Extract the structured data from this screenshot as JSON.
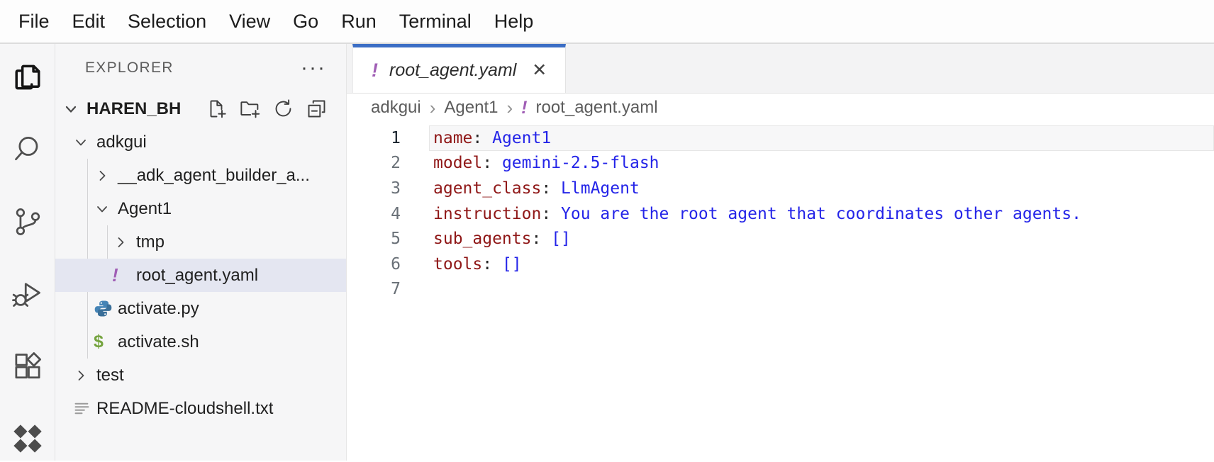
{
  "menu": {
    "items": [
      "File",
      "Edit",
      "Selection",
      "View",
      "Go",
      "Run",
      "Terminal",
      "Help"
    ]
  },
  "activity_bar": {
    "icons": [
      "explorer",
      "search",
      "source-control",
      "run-and-debug",
      "extensions",
      "cloud-code"
    ]
  },
  "icons": {
    "warning_glyph": "!",
    "shell_glyph": "$",
    "overflow_glyph": "···",
    "close_glyph": "✕",
    "crumb_sep_glyph": "›"
  },
  "sidebar": {
    "title": "EXPLORER",
    "workspace": {
      "label": "HAREN_BH"
    },
    "tree": [
      {
        "label": "adkgui",
        "depth": 1,
        "state": "expanded"
      },
      {
        "label": "__adk_agent_builder_a...",
        "depth": 2,
        "state": "collapsed"
      },
      {
        "label": "Agent1",
        "depth": 2,
        "state": "expanded"
      },
      {
        "label": "tmp",
        "depth": 3,
        "state": "collapsed"
      },
      {
        "label": "root_agent.yaml",
        "depth": 3,
        "icon": "warning",
        "selected": true
      },
      {
        "label": "activate.py",
        "depth": 2,
        "icon": "python"
      },
      {
        "label": "activate.sh",
        "depth": 2,
        "icon": "shell"
      },
      {
        "label": "test",
        "depth": 1,
        "state": "collapsed"
      },
      {
        "label": "README-cloudshell.txt",
        "depth": 1,
        "icon": "text-file"
      }
    ]
  },
  "editor": {
    "tab": {
      "label": "root_agent.yaml",
      "modified": true
    },
    "breadcrumb": [
      "adkgui",
      "Agent1",
      "root_agent.yaml"
    ],
    "code": {
      "language": "yaml",
      "separator": ": ",
      "lines": [
        {
          "num": 1,
          "key": "name",
          "value": "Agent1"
        },
        {
          "num": 2,
          "key": "model",
          "value": "gemini-2.5-flash"
        },
        {
          "num": 3,
          "key": "agent_class",
          "value": "LlmAgent"
        },
        {
          "num": 4,
          "key": "instruction",
          "value": "You are the root agent that coordinates other agents."
        },
        {
          "num": 5,
          "key": "sub_agents",
          "value": "[]"
        },
        {
          "num": 6,
          "key": "tools",
          "value": "[]"
        },
        {
          "num": 7,
          "key": "",
          "value": ""
        }
      ]
    }
  },
  "colors": {
    "accent_blue": "#3c6ec5",
    "warning_purple": "#a05eb5",
    "yaml_key": "#8f1717",
    "yaml_value": "#2424e8",
    "selected_row_bg": "#e4e6f1",
    "python_blue": "#4584b6",
    "shell_green": "#74a33e",
    "panel_bg": "#f6f6f7"
  }
}
